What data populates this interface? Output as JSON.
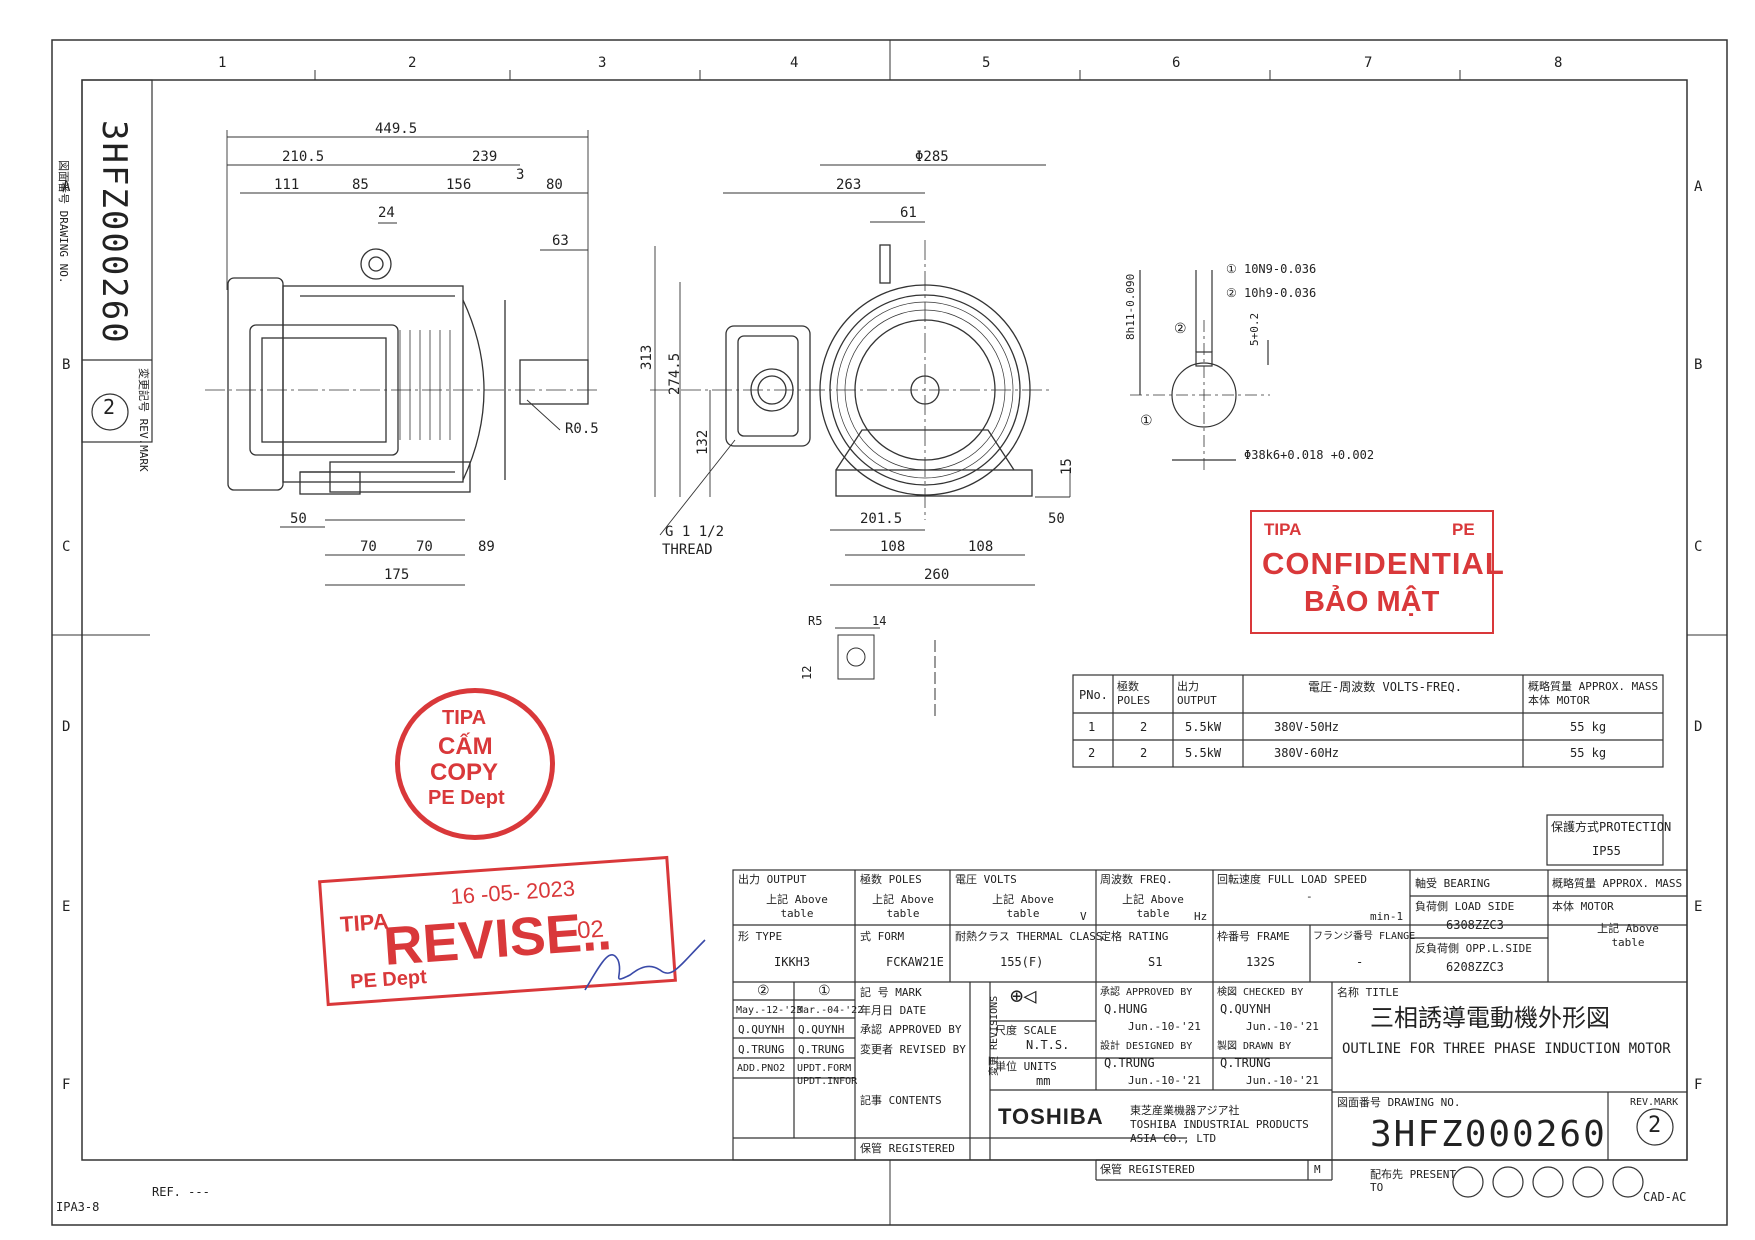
{
  "sheet": {
    "col_marks": [
      "1",
      "2",
      "3",
      "4",
      "5",
      "6",
      "7",
      "8"
    ],
    "row_marks": [
      "A",
      "B",
      "C",
      "D",
      "E",
      "F"
    ],
    "drawing_no_side_label": "図面番号 DRAWING NO.",
    "drawing_no_side": "3HFZ000260",
    "rev_side_label": "変更記号 REV.MARK",
    "rev_side": "2",
    "form_code": "IPA3-8",
    "ref": "REF. ---",
    "cad": "CAD-AC",
    "present_to": "配布先 PRESENT TO"
  },
  "dims_side": {
    "d1": "449.5",
    "d2": "210.5",
    "d3": "239",
    "d4": "111",
    "d5": "85",
    "d6": "156",
    "d7": "3",
    "d8": "80",
    "d9": "24",
    "d10": "63",
    "r": "R0.5",
    "b1": "50",
    "b2": "70",
    "b3": "70",
    "b4": "89",
    "b5": "175"
  },
  "dims_front": {
    "dia": "Φ285",
    "w263": "263",
    "w61": "61",
    "h313": "313",
    "h274": "274.5",
    "h132": "132",
    "h15": "15",
    "b201": "201.5",
    "b108a": "108",
    "b108b": "108",
    "b260": "260",
    "b50": "50",
    "thread1": "G 1 1/2",
    "thread2": "THREAD",
    "r5": "R5",
    "w14": "14",
    "h12": "12"
  },
  "dims_shaft": {
    "k1": "① 10N9-0.036",
    "k2": "② 10h9-0.036",
    "v1": "8h11-0.090",
    "v2": "5+0.2",
    "dia": "Φ38k6+0.018 +0.002",
    "m1": "①",
    "m2": "②"
  },
  "stamps": {
    "conf_tipa": "TIPA",
    "conf_pe": "PE",
    "conf_main": "CONFIDENTIAL",
    "conf_vi": "BẢO MẬT",
    "cam_tipa": "TIPA",
    "cam_1": "CẤM",
    "cam_2": "COPY",
    "cam_3": "PE Dept",
    "rev_tipa": "TIPA",
    "rev_date": "16 -05- 2023",
    "rev_main": "REVISE..",
    "rev_no": "02",
    "rev_dept": "PE Dept"
  },
  "ptable": {
    "headers": [
      "PNo.",
      "極数 POLES",
      "出力 OUTPUT",
      "電圧-周波数 VOLTS-FREQ.",
      "概略質量 APPROX. MASS 本体 MOTOR"
    ],
    "rows": [
      [
        "1",
        "2",
        "5.5kW",
        "380V-50Hz",
        "55 kg"
      ],
      [
        "2",
        "2",
        "5.5kW",
        "380V-60Hz",
        "55 kg"
      ]
    ]
  },
  "protection": {
    "label": "保護方式PROTECTION",
    "value": "IP55"
  },
  "title_block": {
    "output_label": "出力 OUTPUT",
    "output_val": "上記 Above table",
    "poles_label": "極数 POLES",
    "poles_val": "上記 Above table",
    "volts_label": "電圧 VOLTS",
    "volts_val": "上記 Above table",
    "volts_unit": "V",
    "freq_label": "周波数 FREQ.",
    "freq_val": "上記 Above table",
    "freq_unit": "Hz",
    "speed_label": "回転速度 FULL LOAD SPEED",
    "speed_val": "-",
    "speed_unit": "min-1",
    "bearing_label": "軸受 BEARING",
    "load_side_label": "負荷側 LOAD SIDE",
    "load_side": "6308ZZC3",
    "opp_side_label": "反負荷側 OPP.L.SIDE",
    "opp_side": "6208ZZC3",
    "mass_label": "概略質量 APPROX. MASS",
    "mass_motor": "本体 MOTOR",
    "mass_val": "上記 Above table",
    "type_label": "形 TYPE",
    "type_val": "IKKH3",
    "form_label": "式 FORM",
    "form_val": "FCKAW21E",
    "class_label": "耐熱クラス THERMAL CLASS",
    "class_val": "155(F)",
    "rating_label": "定格 RATING",
    "rating_val": "S1",
    "frame_label": "枠番号 FRAME",
    "frame_val": "132S",
    "flange_label": "フランジ番号 FLANGE",
    "flange_val": "-",
    "rev_cols": [
      "②",
      "①"
    ],
    "mark_label": "記 号 MARK",
    "dates": [
      "May.-12-'23",
      "Mar.-04-'22"
    ],
    "date_label": "年月日 DATE",
    "approved": [
      "Q.QUYNH",
      "Q.QUYNH"
    ],
    "approved_label": "承認 APPROVED BY",
    "revised": [
      "Q.TRUNG",
      "Q.TRUNG"
    ],
    "revised_label": "変更者 REVISED BY",
    "contents": [
      "ADD.PNO2",
      "UPDT.FORM UPDT.INFOR"
    ],
    "contents_label": "記事 CONTENTS",
    "registered_label": "保管 REGISTERED",
    "revisions_label": "変更 REVISIONS",
    "scale_label": "尺度 SCALE",
    "scale_val": "N.T.S.",
    "units_label": "単位 UNITS",
    "units_val": "mm",
    "appr_label": "承認 APPROVED BY",
    "appr_name": "Q.HUNG",
    "appr_date": "Jun.-10-'21",
    "chk_label": "検図 CHECKED BY",
    "chk_name": "Q.QUYNH",
    "chk_date": "Jun.-10-'21",
    "des_label": "設計 DESIGNED BY",
    "des_name": "Q.TRUNG",
    "des_date": "Jun.-10-'21",
    "drw_label": "製図 DRAWN BY",
    "drw_name": "Q.TRUNG",
    "drw_date": "Jun.-10-'21",
    "title_label": "名称 TITLE",
    "title_jp": "三相誘導電動機外形図",
    "title_en": "OUTLINE FOR THREE PHASE INDUCTION MOTOR",
    "company_logo": "TOSHIBA",
    "company_jp": "東芝産業機器アジア社",
    "company_en1": "TOSHIBA INDUSTRIAL PRODUCTS",
    "company_en2": "ASIA CO., LTD",
    "dwg_no_label": "図面番号 DRAWING NO.",
    "dwg_no": "3HFZ000260",
    "rev_mark_label": "REV.MARK",
    "rev_mark": "2",
    "reg_label": "保管 REGISTERED",
    "reg_m": "M"
  }
}
